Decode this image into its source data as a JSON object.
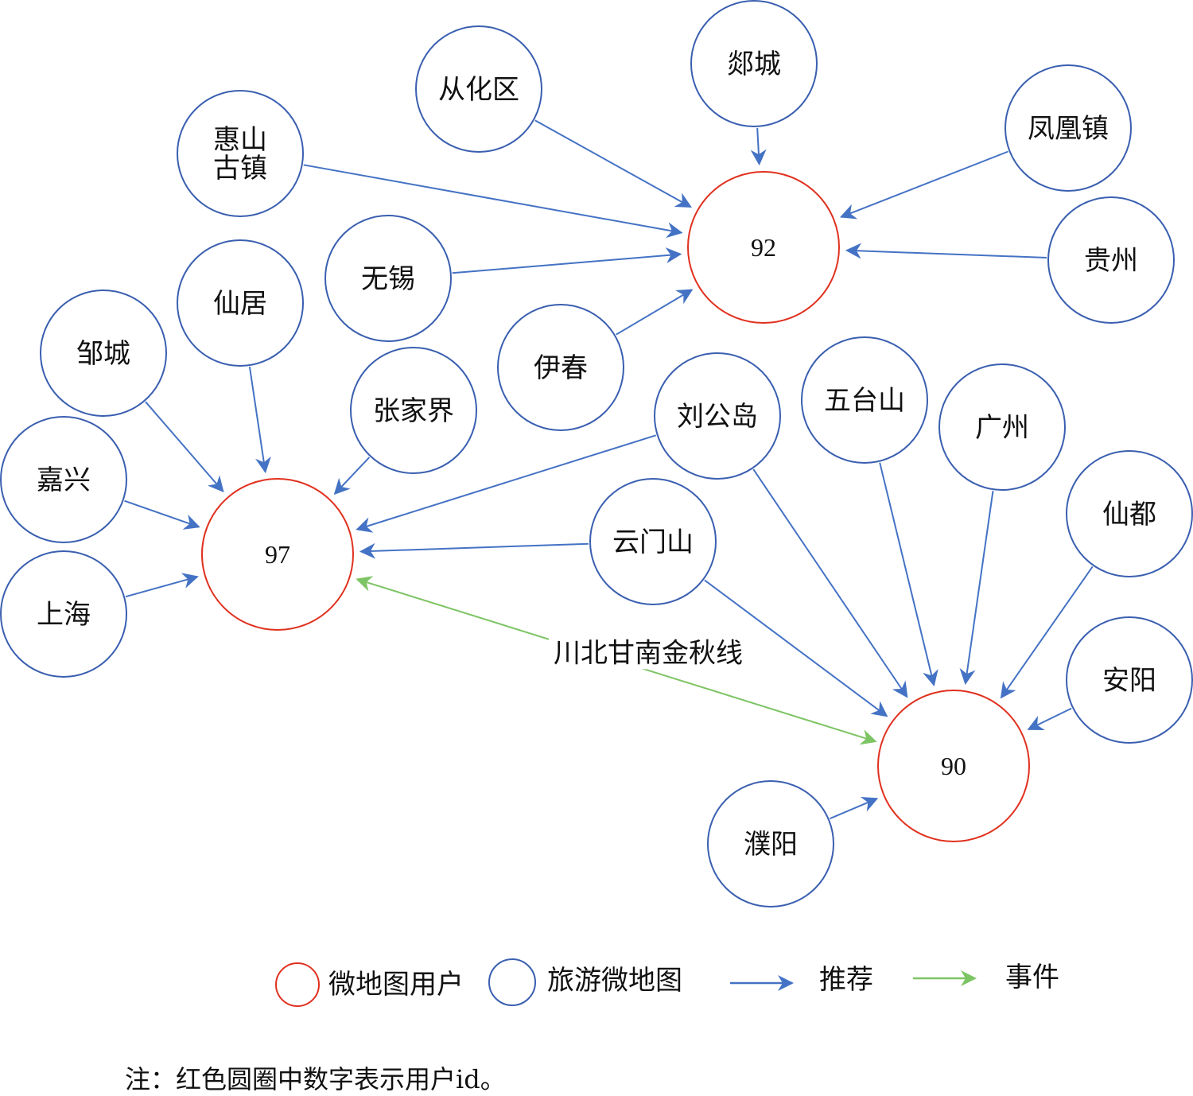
{
  "colors": {
    "user_circle": "#e0301e",
    "map_circle": "#3a5fb0",
    "recommend_edge": "#4472c4",
    "event_edge": "#7dc464"
  },
  "users": [
    {
      "id": "u92",
      "label": "92"
    },
    {
      "id": "u97",
      "label": "97"
    },
    {
      "id": "u90",
      "label": "90"
    }
  ],
  "maps": [
    {
      "id": "conghua",
      "lines": [
        "从化区"
      ]
    },
    {
      "id": "tancheng",
      "lines": [
        "郯城"
      ]
    },
    {
      "id": "fenghuang",
      "lines": [
        "凤凰镇"
      ]
    },
    {
      "id": "huishan",
      "lines": [
        "惠山",
        "古镇"
      ]
    },
    {
      "id": "guizhou",
      "lines": [
        "贵州"
      ]
    },
    {
      "id": "wuxi",
      "lines": [
        "无锡"
      ]
    },
    {
      "id": "xianju",
      "lines": [
        "仙居"
      ]
    },
    {
      "id": "yichun",
      "lines": [
        "伊春"
      ]
    },
    {
      "id": "zoucheng",
      "lines": [
        "邹城"
      ]
    },
    {
      "id": "zhangjiajie",
      "lines": [
        "张家界"
      ]
    },
    {
      "id": "liugongdao",
      "lines": [
        "刘公岛"
      ]
    },
    {
      "id": "wutaishan",
      "lines": [
        "五台山"
      ]
    },
    {
      "id": "guangzhou",
      "lines": [
        "广州"
      ]
    },
    {
      "id": "jiaxing",
      "lines": [
        "嘉兴"
      ]
    },
    {
      "id": "xiandu",
      "lines": [
        "仙都"
      ]
    },
    {
      "id": "yunmenshan",
      "lines": [
        "云门山"
      ]
    },
    {
      "id": "shanghai",
      "lines": [
        "上海"
      ]
    },
    {
      "id": "anyang",
      "lines": [
        "安阳"
      ]
    },
    {
      "id": "puyang",
      "lines": [
        "濮阳"
      ]
    }
  ],
  "edges": [
    {
      "from": "conghua",
      "to": "u92",
      "type": "recommend"
    },
    {
      "from": "tancheng",
      "to": "u92",
      "type": "recommend"
    },
    {
      "from": "fenghuang",
      "to": "u92",
      "type": "recommend"
    },
    {
      "from": "huishan",
      "to": "u92",
      "type": "recommend"
    },
    {
      "from": "guizhou",
      "to": "u92",
      "type": "recommend"
    },
    {
      "from": "wuxi",
      "to": "u92",
      "type": "recommend"
    },
    {
      "from": "yichun",
      "to": "u92",
      "type": "recommend"
    },
    {
      "from": "xianju",
      "to": "u97",
      "type": "recommend"
    },
    {
      "from": "zoucheng",
      "to": "u97",
      "type": "recommend"
    },
    {
      "from": "zhangjiajie",
      "to": "u97",
      "type": "recommend"
    },
    {
      "from": "jiaxing",
      "to": "u97",
      "type": "recommend"
    },
    {
      "from": "shanghai",
      "to": "u97",
      "type": "recommend"
    },
    {
      "from": "liugongdao",
      "to": "u97",
      "type": "recommend"
    },
    {
      "from": "yunmenshan",
      "to": "u97",
      "type": "recommend"
    },
    {
      "from": "liugongdao",
      "to": "u90",
      "type": "recommend"
    },
    {
      "from": "yunmenshan",
      "to": "u90",
      "type": "recommend"
    },
    {
      "from": "wutaishan",
      "to": "u90",
      "type": "recommend"
    },
    {
      "from": "guangzhou",
      "to": "u90",
      "type": "recommend"
    },
    {
      "from": "xiandu",
      "to": "u90",
      "type": "recommend"
    },
    {
      "from": "anyang",
      "to": "u90",
      "type": "recommend"
    },
    {
      "from": "puyang",
      "to": "u90",
      "type": "recommend"
    },
    {
      "from": "u90",
      "to": "u97",
      "type": "event",
      "bidirectional": true,
      "label": "川北甘南金秋线"
    }
  ],
  "legend": {
    "user": "微地图用户",
    "map": "旅游微地图",
    "recommend": "推荐",
    "event": "事件"
  },
  "note": "注：红色圆圈中数字表示用户id。"
}
